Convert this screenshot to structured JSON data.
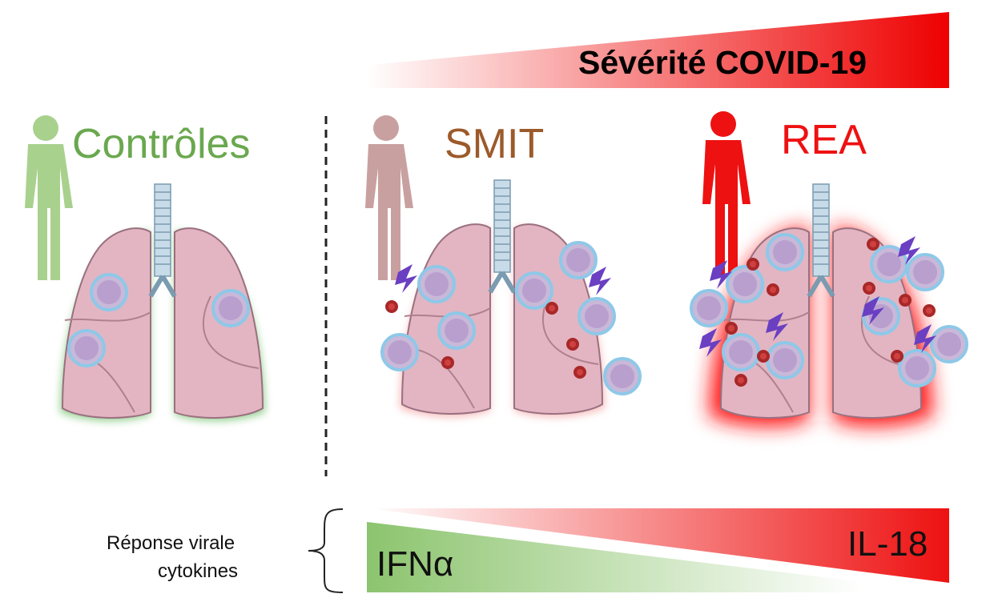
{
  "severity": {
    "label": "Sévérité COVID-19",
    "color_start": "#ffffff",
    "color_end": "#ee0000"
  },
  "groups": [
    {
      "label": "Contrôles",
      "color": "#6aa84f",
      "person_color": "#a9d18e",
      "glow": "#7cc576"
    },
    {
      "label": "SMIT",
      "color": "#9c5a2a",
      "person_color": "#c9a0a0",
      "glow": "#f4a0a0"
    },
    {
      "label": "REA",
      "color": "#ee1111",
      "person_color": "#ee1111",
      "glow": "#ff2020"
    }
  ],
  "cytokines": {
    "label_line1": "Réponse virale",
    "label_line2": "cytokines",
    "il18": {
      "label": "IL-18",
      "color": "#ee1111"
    },
    "ifna": {
      "label": "IFNα",
      "color": "#8cc46e"
    }
  }
}
